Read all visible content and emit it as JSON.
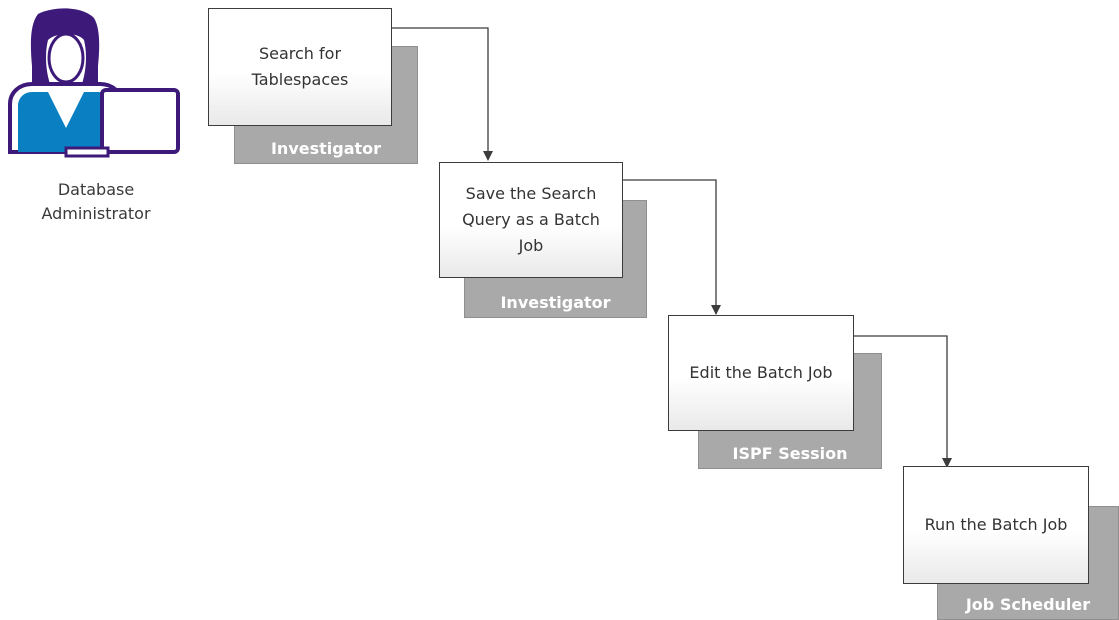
{
  "actor": {
    "label": "Database\nAdministrator",
    "icon": "database-administrator-icon",
    "colors": {
      "outline": "#3d1a7a",
      "accent": "#0a7fc1"
    }
  },
  "steps": [
    {
      "title": "Search for\nTablespaces",
      "role": "Investigator"
    },
    {
      "title": "Save the Search\nQuery as a Batch\nJob",
      "role": "Investigator"
    },
    {
      "title": "Edit the Batch Job",
      "role": "ISPF Session"
    },
    {
      "title": "Run the Batch Job",
      "role": "Job Scheduler"
    }
  ],
  "colors": {
    "card_border": "#3c3c3c",
    "role_box": "#a9a9a9",
    "role_text": "#ffffff",
    "connector": "#3c3c3c"
  }
}
